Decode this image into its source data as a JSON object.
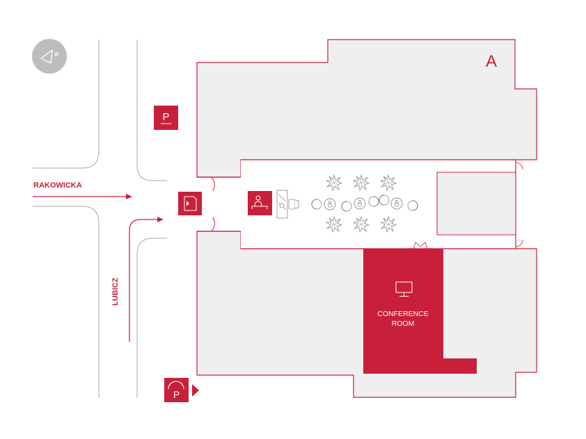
{
  "map": {
    "building_label": "A",
    "room_label_line1": "CONFERENCE",
    "room_label_line2": "ROOM",
    "streets": {
      "horizontal": "RAKOWICKA",
      "vertical": "LUBICZ"
    },
    "compass": {
      "north_letter": "N"
    },
    "parking": [
      {
        "kind": "surface-parking",
        "letter": "P"
      },
      {
        "kind": "underground-parking",
        "letter": "P"
      }
    ],
    "icons": [
      "compass-icon",
      "parking-icon",
      "underground-parking-icon",
      "entrance-door-icon",
      "reception-icon",
      "monitor-icon",
      "plant-icon",
      "seat-icon"
    ],
    "colors": {
      "accent": "#c8203a",
      "floor": "#efefef",
      "lobby": "#ffffff",
      "road": "#aaaaaa",
      "compass": "#bdbdbd"
    }
  }
}
